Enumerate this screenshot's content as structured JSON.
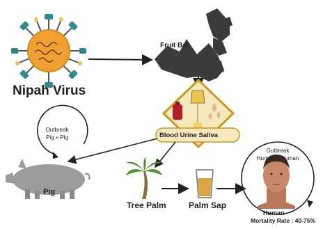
{
  "virus": {
    "label": "Nipah Virus"
  },
  "bat": {
    "label": "Fruit Bat"
  },
  "fluids": {
    "label": "Blood Urine Saliva"
  },
  "pig_outbreak": {
    "title": "Outbreak",
    "subtitle": "Pig » Pig"
  },
  "pig": {
    "label": "Pig"
  },
  "tree": {
    "label": "Tree Palm"
  },
  "sap": {
    "label": "Palm Sap"
  },
  "human_outbreak": {
    "title": "Outbreak",
    "subtitle": "Human » Human"
  },
  "human": {
    "label": "Human",
    "mortality": "Mortality Rate : 40-75%"
  },
  "colors": {
    "virus_body": "#f0a030",
    "virus_spikes": "#2f8a8f",
    "bat": "#3b3b3b",
    "fluid_panel": "#f6e8bd",
    "fluid_border": "#c89a1c",
    "arrow": "#222222",
    "pig": "#9c9c9c",
    "palm_leaves": "#4f8f2c",
    "sap": "#d9a441",
    "skin": "#b7785a"
  }
}
